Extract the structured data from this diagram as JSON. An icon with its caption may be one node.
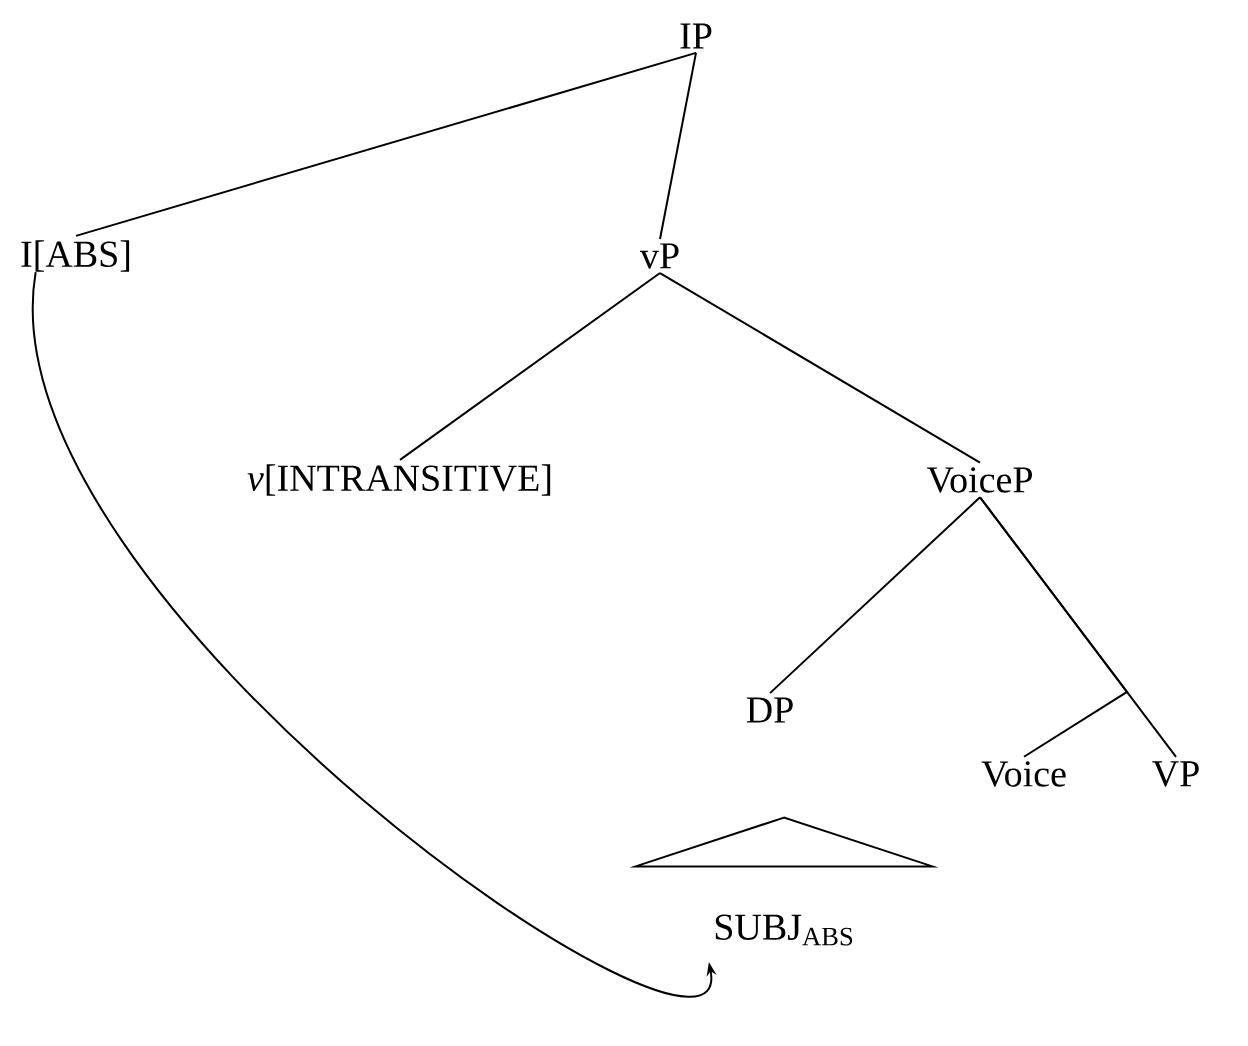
{
  "diagram": {
    "nodes": [
      {
        "text": [
          "IP"
        ]
      },
      {
        "text": [
          "I[ABS]"
        ]
      },
      {
        "text": [
          "vP"
        ]
      },
      {
        "text": [
          "*v*[INTRANSITIVE]"
        ]
      },
      {
        "text": [
          "VoiceP"
        ]
      },
      {
        "text": [
          "DP"
        ]
      },
      {
        "text": [
          "Voice"
        ]
      },
      {
        "text": [
          "VP"
        ]
      },
      {
        "text": [],
        "shape": "triangle"
      },
      {
        "text": [
          "SUBJ$_{ABS}$"
        ]
      }
    ],
    "edges": [
      {
        "from": 0,
        "to": 1,
        "arrow": "none"
      },
      {
        "from": 0,
        "to": 2,
        "arrow": "none"
      },
      {
        "from": 2,
        "to": 3,
        "arrow": "none"
      },
      {
        "from": 2,
        "to": 4,
        "arrow": "none"
      },
      {
        "from": 4,
        "to": 5,
        "arrow": "none"
      },
      {
        "from": 4,
        "to": 6,
        "arrow": "none"
      },
      {
        "from": 4,
        "to": 7,
        "arrow": "none"
      },
      {
        "from": 1,
        "to": 9,
        "arrow": "to"
      }
    ]
  }
}
